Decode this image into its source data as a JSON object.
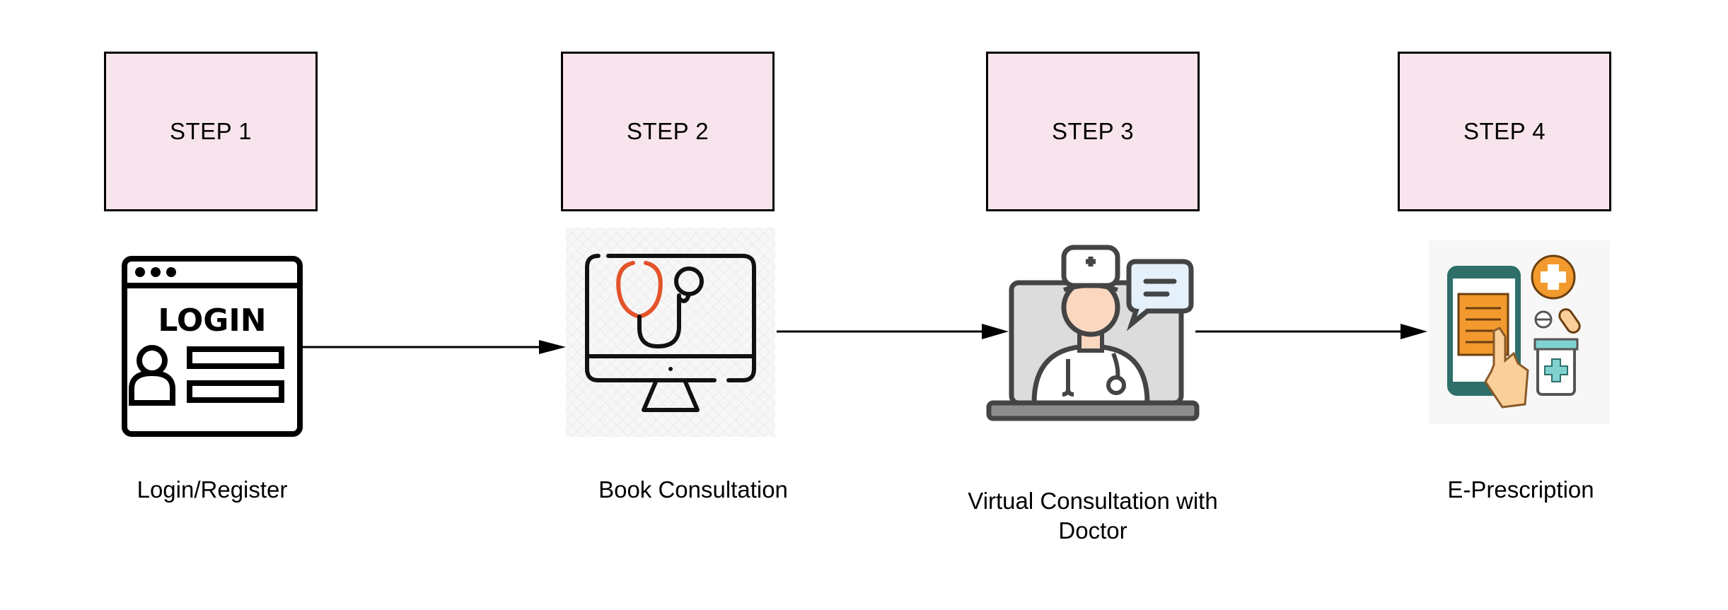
{
  "steps": [
    {
      "label": "STEP 1",
      "caption": "Login/Register",
      "icon": "login-window-icon"
    },
    {
      "label": "STEP 2",
      "caption": "Book Consultation",
      "icon": "stethoscope-monitor-icon"
    },
    {
      "label": "STEP 3",
      "caption": "Virtual Consultation with Doctor",
      "icon": "doctor-laptop-chat-icon"
    },
    {
      "label": "STEP 4",
      "caption": "E-Prescription",
      "icon": "mobile-prescription-icon"
    }
  ],
  "login_icon_text": "LOGIN",
  "colors": {
    "box_fill": "#f8e4ec",
    "stethoscope": "#e4532a",
    "rx_orange": "#f39a2e",
    "rx_teal": "#2f6f6a"
  }
}
